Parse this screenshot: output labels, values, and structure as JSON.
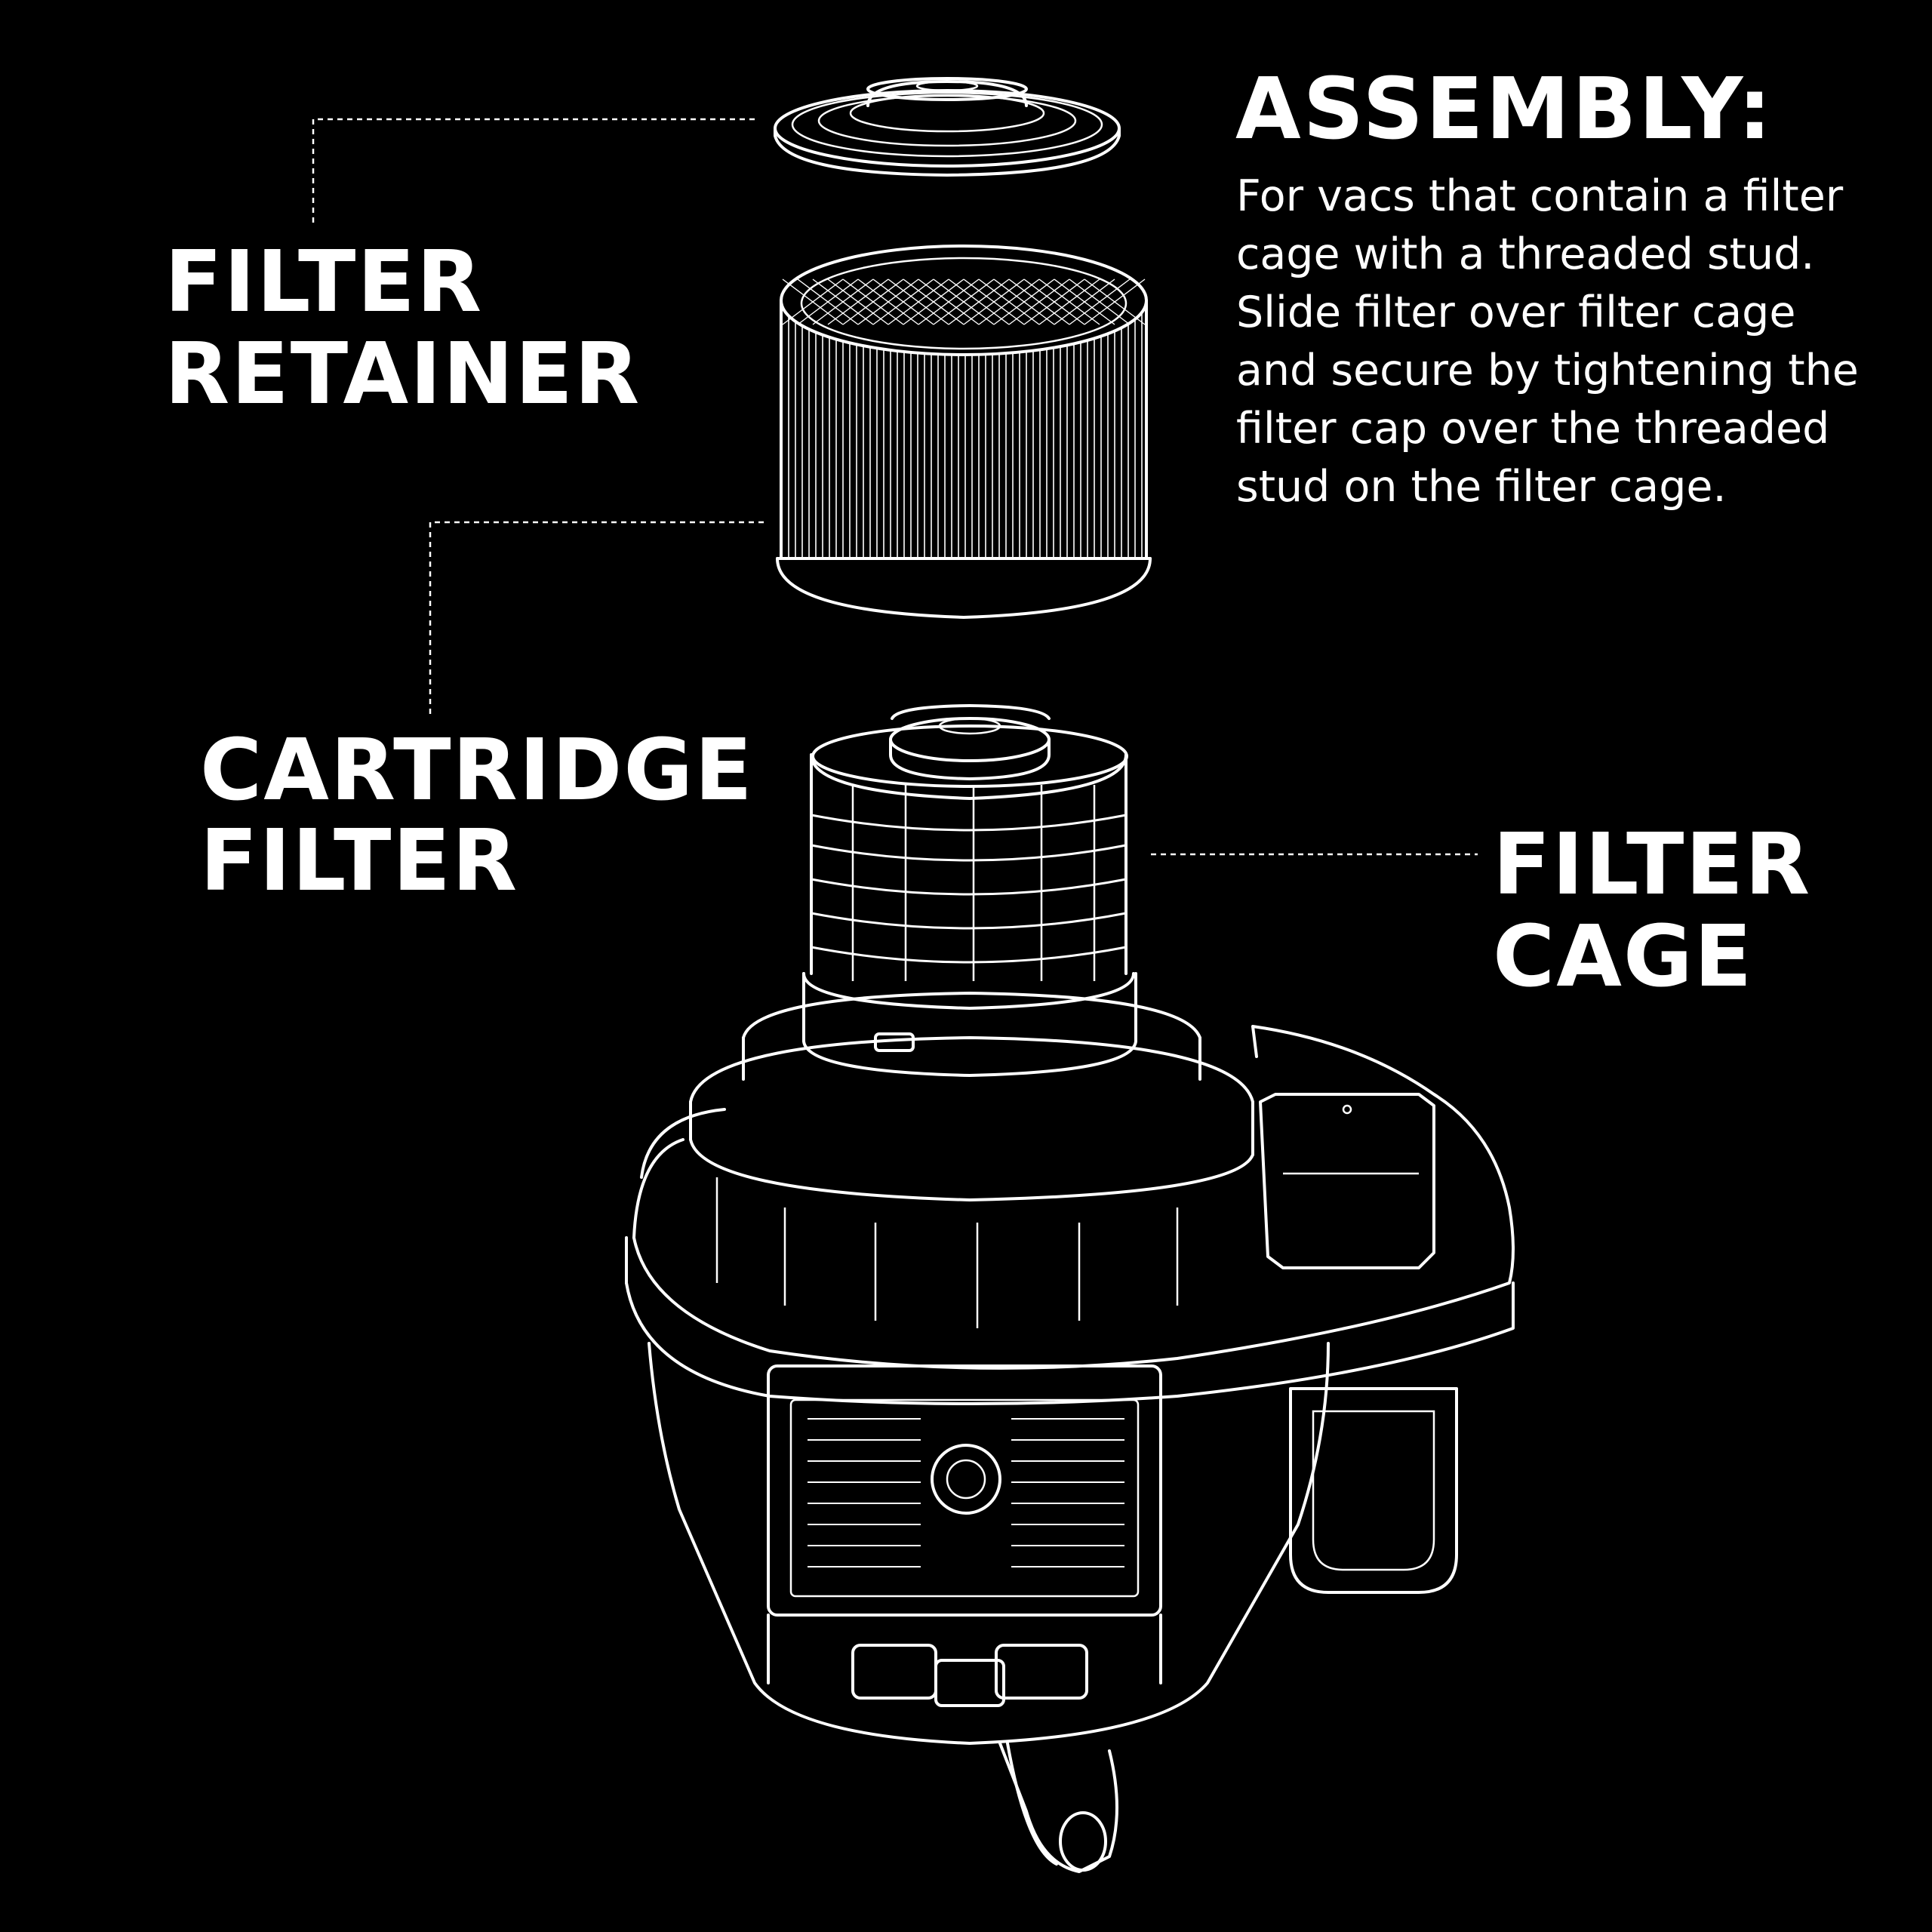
{
  "labels": {
    "filter_retainer": [
      "FILTER",
      "RETAINER"
    ],
    "cartridge_filter": [
      "CARTRIDGE",
      "FILTER"
    ],
    "filter_cage": [
      "FILTER",
      "CAGE"
    ]
  },
  "assembly": {
    "title": "ASSEMBLY:",
    "lines": [
      "For vacs that contain a filter",
      "cage with a threaded stud.",
      "Slide filter over filter cage",
      "and secure by tightening the",
      "filter cap over the threaded",
      "stud on the filter cage."
    ]
  },
  "colors": {
    "background": "#000000",
    "foreground": "#ffffff"
  }
}
